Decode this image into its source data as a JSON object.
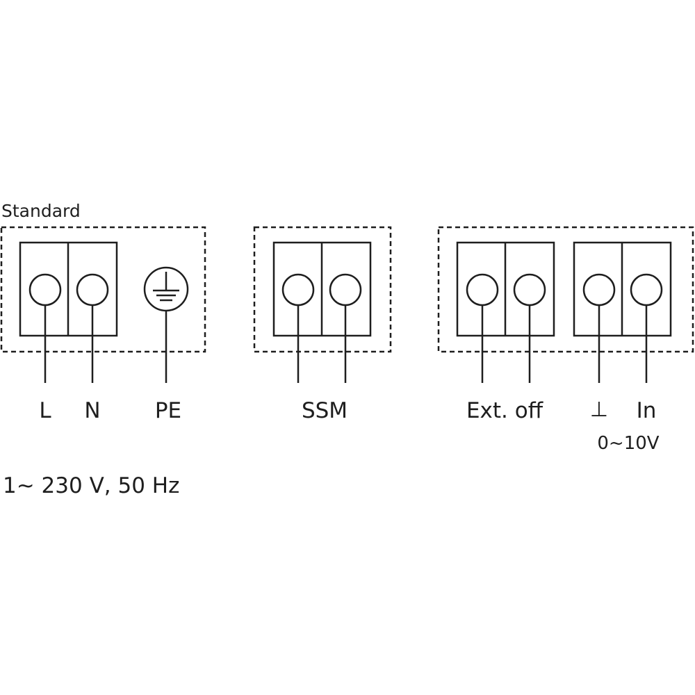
{
  "section_standard": {
    "title": "Standard"
  },
  "terminals": {
    "l": "L",
    "n": "N",
    "pe": "PE",
    "ssm": "SSM",
    "ext_off": "Ext. off",
    "ground": "⊥",
    "in": "In",
    "range": "0~10V"
  },
  "supply": {
    "spec": "1~ 230 V, 50 Hz"
  }
}
